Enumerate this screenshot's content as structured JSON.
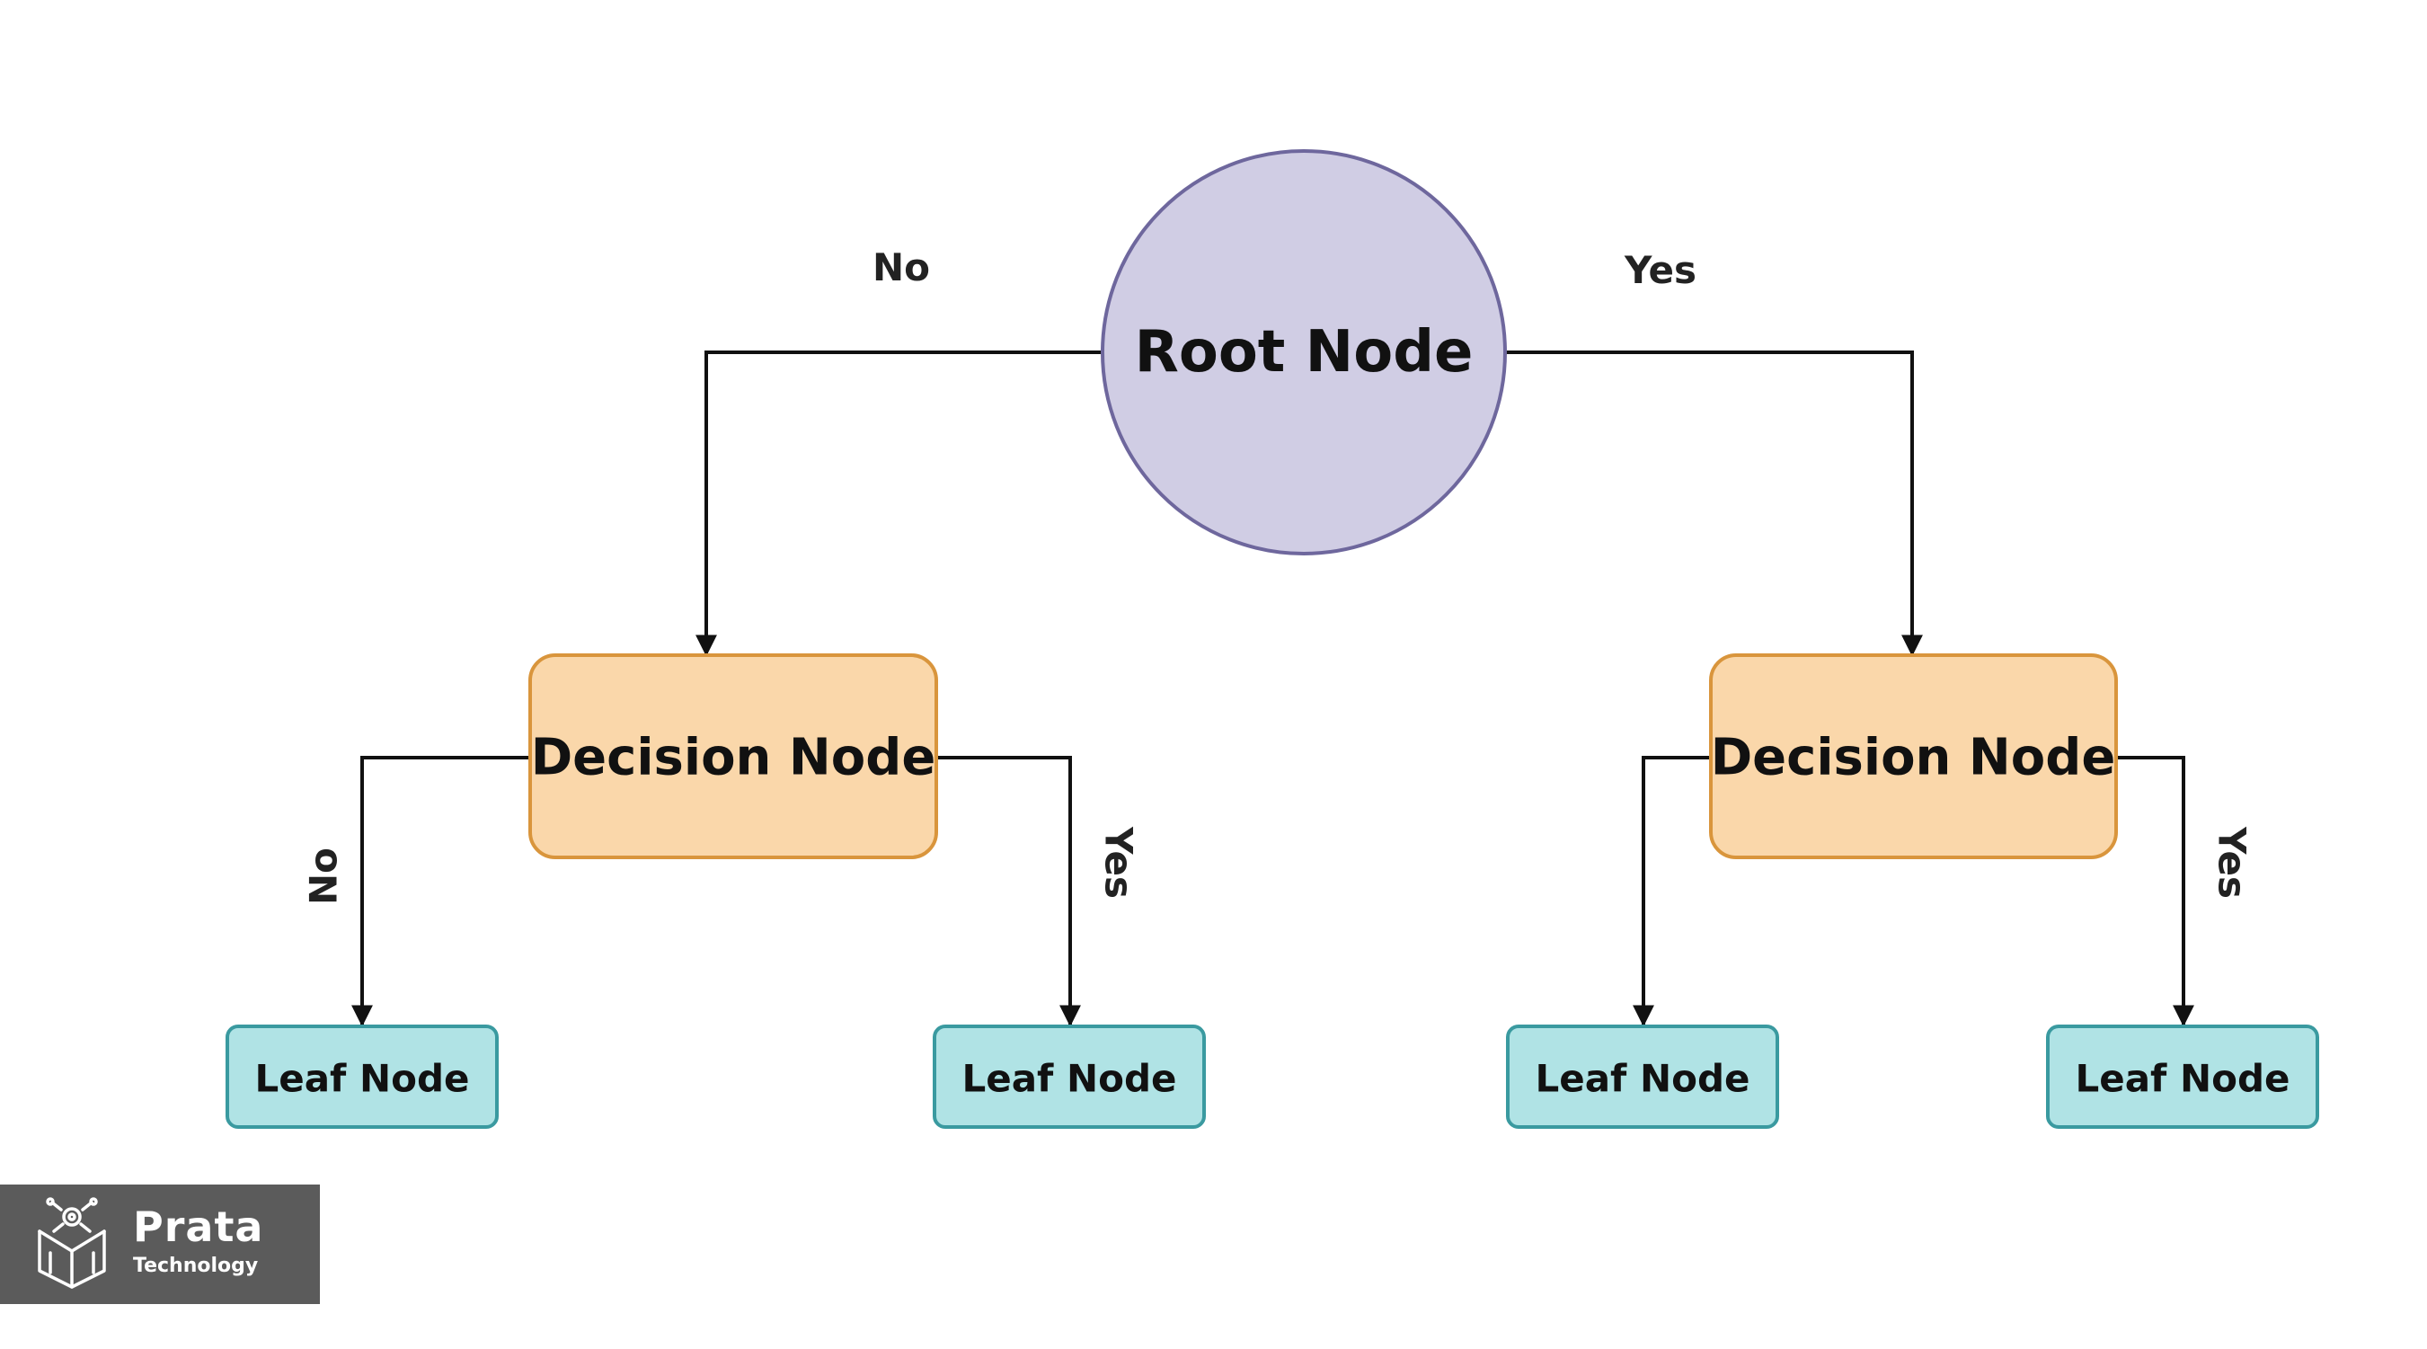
{
  "nodes": {
    "root": {
      "label": "Root Node"
    },
    "decision_left": {
      "label": "Decision Node"
    },
    "decision_right": {
      "label": "Decision Node"
    },
    "leaf_1": {
      "label": "Leaf Node"
    },
    "leaf_2": {
      "label": "Leaf Node"
    },
    "leaf_3": {
      "label": "Leaf Node"
    },
    "leaf_4": {
      "label": "Leaf Node"
    }
  },
  "edges": {
    "root_to_left": {
      "label": "No"
    },
    "root_to_right": {
      "label": "Yes"
    },
    "left_to_leaf1": {
      "label": "No"
    },
    "left_to_leaf2": {
      "label": "Yes"
    },
    "right_to_leaf4": {
      "label": "Yes"
    }
  },
  "colors": {
    "root_fill": "#d0cde4",
    "root_stroke": "#6e679d",
    "decision_fill": "#fad7aa",
    "decision_stroke": "#d9953c",
    "leaf_fill": "#b0e3e5",
    "leaf_stroke": "#3a9aa0",
    "edge": "#111111",
    "logo_bg": "#5b5b5b"
  },
  "logo": {
    "name": "Prata",
    "subtitle": "Technology"
  }
}
